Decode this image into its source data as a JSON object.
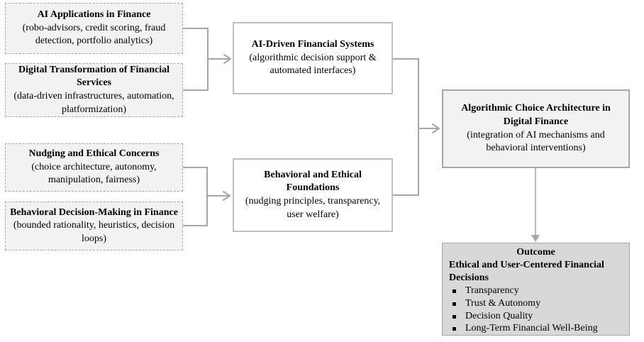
{
  "boxes": {
    "left": [
      {
        "title": "AI Applications in Finance",
        "subtitle": "(robo-advisors, credit scoring, fraud detection, portfolio analytics)"
      },
      {
        "title": "Digital Transformation of Financial Services",
        "subtitle": "(data-driven infrastructures, automation, platformization)"
      },
      {
        "title": "Nudging and Ethical Concerns",
        "subtitle": "(choice architecture, autonomy, manipulation, fairness)"
      },
      {
        "title": "Behavioral Decision-Making in Finance",
        "subtitle": "(bounded rationality, heuristics, decision loops)"
      }
    ],
    "middle": [
      {
        "title": "AI-Driven Financial Systems",
        "subtitle": "(algorithmic decision support & automated interfaces)"
      },
      {
        "title": "Behavioral and Ethical Foundations",
        "subtitle": "(nudging principles, transparency, user welfare)"
      }
    ],
    "right": {
      "title": "Algorithmic Choice Architecture in Digital Finance",
      "subtitle": "(integration of AI mechanisms and behavioral interventions)"
    },
    "outcome": {
      "heading": "Outcome",
      "title": "Ethical and User-Centered Financial Decisions",
      "bullets": [
        "Transparency",
        "Trust & Autonomy",
        "Decision Quality",
        "Long-Term Financial Well-Being"
      ]
    }
  },
  "colors": {
    "box-fill-light": "#f2f2f2",
    "box-fill-white": "#ffffff",
    "box-fill-outcome": "#d8d8d8",
    "border-dashed": "#a8a8a8",
    "border-solid": "#bfbfbf",
    "border-strong": "#a6a6a6",
    "connector": "#a6a6a6",
    "text": "#000000"
  }
}
